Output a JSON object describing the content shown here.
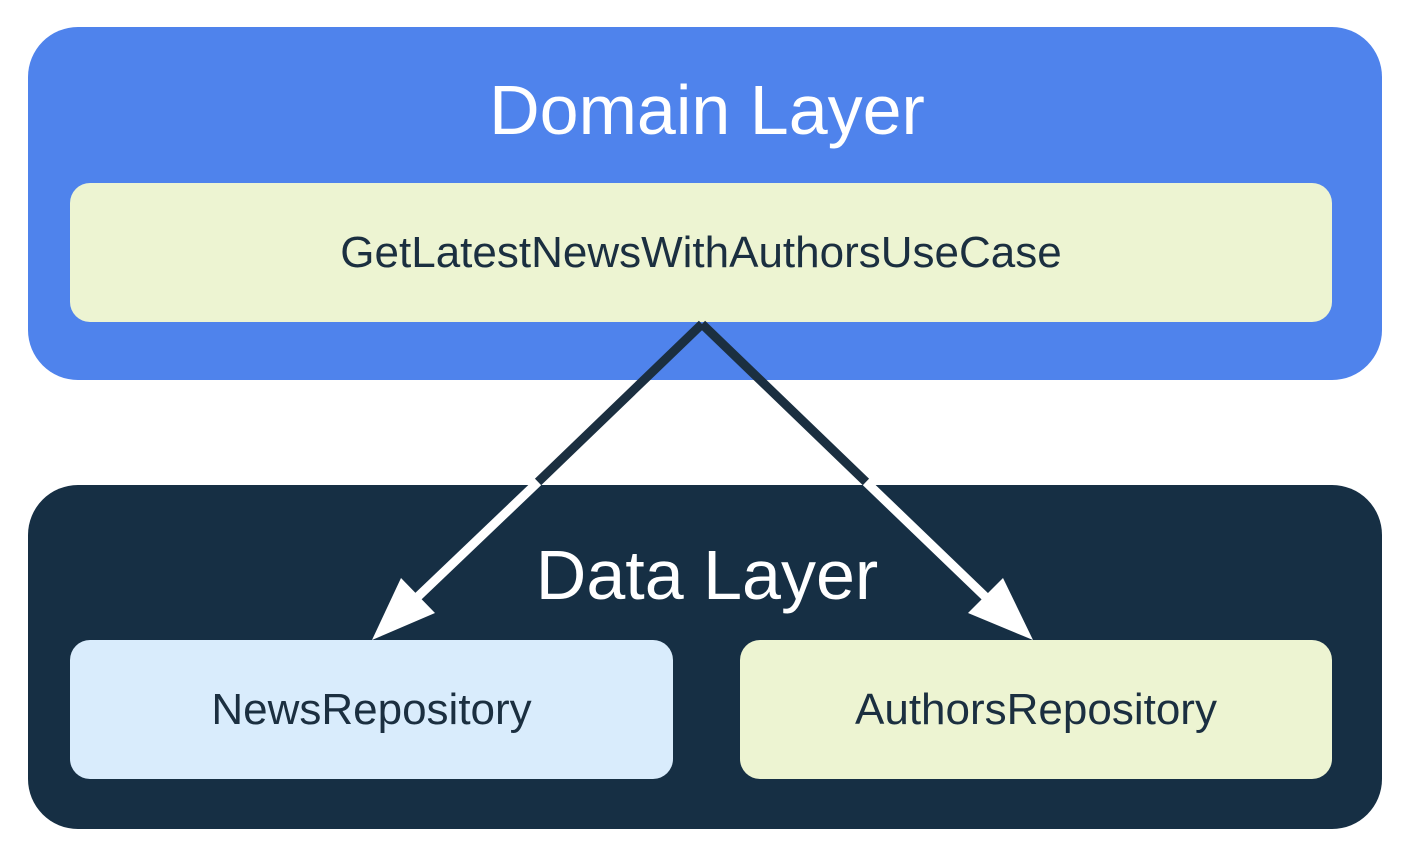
{
  "diagram": {
    "domain_layer": {
      "title": "Domain Layer",
      "component": "GetLatestNewsWithAuthorsUseCase"
    },
    "data_layer": {
      "title": "Data Layer",
      "components": [
        "NewsRepository",
        "AuthorsRepository"
      ]
    },
    "relationships": [
      {
        "from": "GetLatestNewsWithAuthorsUseCase",
        "to": "NewsRepository"
      },
      {
        "from": "GetLatestNewsWithAuthorsUseCase",
        "to": "AuthorsRepository"
      }
    ],
    "colors": {
      "domain_layer": "#4f83ec",
      "data_layer": "#162f44",
      "use_case_box": "#edf4d2",
      "news_repository_box": "#d9ecfc",
      "authors_repository_box": "#edf4d2",
      "dark_text_and_arrow": "#1b2f40",
      "white_text_and_arrow": "#ffffff"
    }
  }
}
